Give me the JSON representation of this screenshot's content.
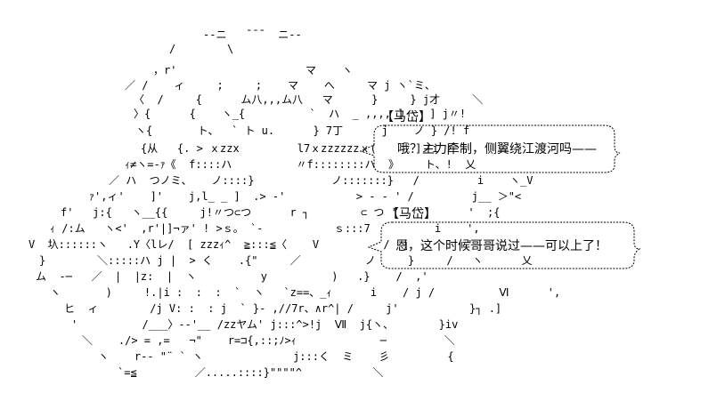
{
  "art_lines": [
    "--ニ   ̄ ̄ ̄   ニ--",
    "/        \\",
    "，r'                    マ    ヽ",
    "／ /    ィ     ;     ;    マ    へ     マ j ヽ`ミ、",
    "〈  /     {      ム八,,,ム八   マ      }     } j才     ＼",
    "〉{      {    ヽ_{          `  ハ  _ ,,,, ]    ] j〃!",
    "ヽ{       ト、  ` ト u.      } 7丁      j    ノ } /! f",
    "{从   {. > ｘzzx         l7ｘzzzzzzｘ(      ]ノi |",
    "ｨ≠ヽ=-ｧ《  f::::ハ          〃f::::::::ハ  》    ト、!  乂",
    "／ ハ  つノミ、   ノ::::}            ノ:::::::}   /         i    ヽ_V",
    "ｧ',ィ'    ]'    j,l_ _ ]  .> -'           > - - ' /         j__ ＞\"<",
    "f'   j:{   ヽ__{{     j!〃つ⊂つ      r ┐        ⊂ つ '           '  ;{",
    "ｨ /:ム   ヽ<'  ,r'|]¬ァ' ! >ｓ。 `-           ｓ:::7          i    ',",
    "V  圦::::::ヽ   .Y〈lレ/  [ zzzｨ^  ≧:::≦〈    V          /  j         '",
    "}        ＼:::::ハ j |  > く    .{\"     ／          ノ     }     /   ヽ      乂",
    "ム  -─   ／  |  |z:  |  ヽ          y          )   .}    /  ,'",
    "ヽ       )     !.|i :  :  :  `  ヽ   `z==、_ｨ      i    / j /          Ⅵ      ',",
    "ヒ  ィ        /j V: :  : j  ` }- ,//7r、∧r^| /     j'           }┐ .]",
    "'          /___〉--'__ /zzヤム' j:::^>!j  Ⅶ  j{ヽ、       }iv",
    "＼    ./> = ,=   ¬\"    r=⊐{,::;ﾉ>ｨ             ─         ＼",
    "ヽ    r-- \"¨ ` ヽ              j:::く  ミ    彡         {",
    "`=≦         ／.....::::}\"\"\"\"^           ＼"
  ],
  "speaker_1": "【马岱】",
  "line_1": "哦？主力牵制，侧翼绕江渡河吗——",
  "speaker_2": "【马岱】",
  "line_2": "恩，这个时候哥哥说过——可以上了！"
}
